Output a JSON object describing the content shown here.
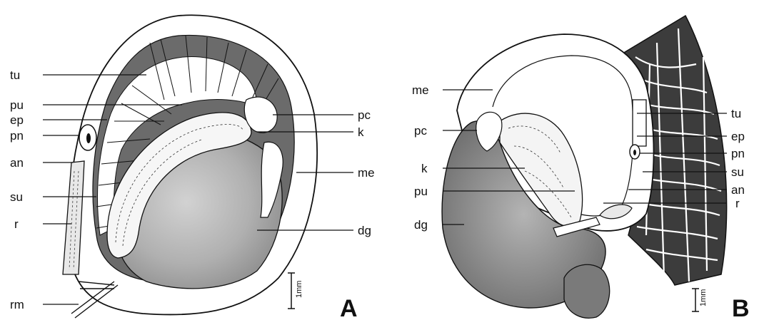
{
  "panelA": {
    "letter": "A",
    "scale_text": "1mm",
    "labels": {
      "tu": "tu",
      "pu": "pu",
      "ep": "ep",
      "pn": "pn",
      "an": "an",
      "su": "su",
      "r": "r",
      "rm": "rm",
      "pc": "pc",
      "k": "k",
      "me": "me",
      "dg": "dg"
    }
  },
  "panelB": {
    "letter": "B",
    "scale_text": "1mm",
    "labels": {
      "me": "me",
      "pc": "pc",
      "k": "k",
      "pu": "pu",
      "dg": "dg",
      "tu": "tu",
      "ep": "ep",
      "pn": "pn",
      "su": "su",
      "an": "an",
      "r": "r"
    }
  },
  "colors": {
    "outline": "#111111",
    "gland_gray": "#8e8e8e",
    "dark_tissue": "#555555",
    "reticulate_dark": "#3c3c3c",
    "paper": "#ffffff"
  }
}
